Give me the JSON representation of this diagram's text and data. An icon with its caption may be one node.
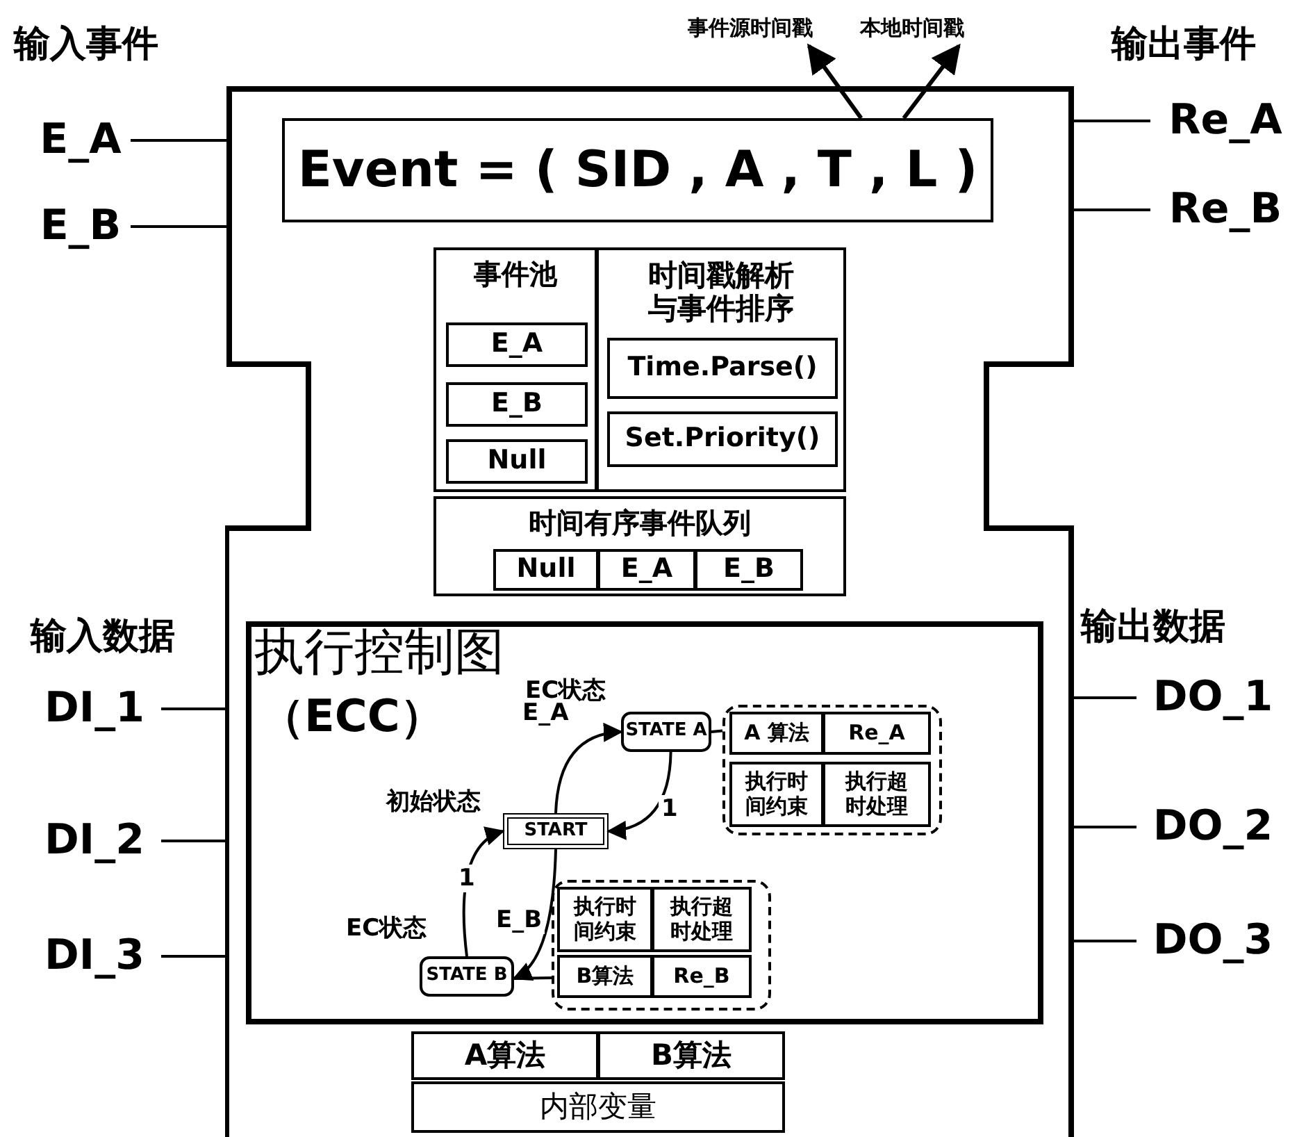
{
  "diagram": {
    "nodes": [
      {
        "text": [],
        "shape": "box"
      },
      {
        "text": [
          "Event = ( SID , A , T , L )"
        ],
        "in": 0
      },
      {
        "text": [
          "事件源时间戳"
        ]
      },
      {
        "text": [
          "本地时间戳"
        ]
      },
      {
        "text": [
          "事件池"
        ],
        "in": 0
      },
      {
        "text": [
          "E_A"
        ],
        "in": 4
      },
      {
        "text": [
          "E_B"
        ],
        "in": 4
      },
      {
        "text": [
          "Null"
        ],
        "in": 4
      },
      {
        "text": [
          "时间戳解析与事件排序"
        ],
        "in": 0
      },
      {
        "text": [
          "Time.Parse()"
        ],
        "in": 8
      },
      {
        "text": [
          "Set.Priority()"
        ],
        "in": 8
      },
      {
        "text": [
          "时间有序事件队列"
        ],
        "in": 0
      },
      {
        "text": [
          "Null"
        ],
        "in": 11
      },
      {
        "text": [
          "E_A"
        ],
        "in": 11
      },
      {
        "text": [
          "E_B"
        ],
        "in": 11
      },
      {
        "text": [
          "执行控制图",
          "（ECC）"
        ],
        "in": 0
      },
      {
        "text": [
          "START"
        ],
        "in": 15,
        "beside": [
          "初始状态"
        ]
      },
      {
        "text": [
          "STATE A"
        ],
        "in": 15,
        "beside": [
          "EC状态"
        ]
      },
      {
        "text": [
          "STATE B"
        ],
        "in": 15,
        "beside": [
          "EC状态"
        ]
      },
      {
        "text": [],
        "shape": "box",
        "in": 15
      },
      {
        "text": [
          "A 算法"
        ],
        "in": 19
      },
      {
        "text": [
          "Re_A"
        ],
        "in": 19
      },
      {
        "text": [
          "执行时间约束"
        ],
        "in": 19
      },
      {
        "text": [
          "执行超时处理"
        ],
        "in": 19
      },
      {
        "text": [],
        "shape": "box",
        "in": 15
      },
      {
        "text": [
          "执行时间约束"
        ],
        "in": 24
      },
      {
        "text": [
          "执行超时处理"
        ],
        "in": 24
      },
      {
        "text": [
          "B算法"
        ],
        "in": 24
      },
      {
        "text": [
          "Re_B"
        ],
        "in": 24
      },
      {
        "text": [
          "A算法"
        ],
        "in": 0
      },
      {
        "text": [
          "B算法"
        ],
        "in": 0
      },
      {
        "text": [
          "内部变量"
        ],
        "in": 0
      },
      {
        "text": [
          "E_A"
        ]
      },
      {
        "text": [
          "E_B"
        ]
      },
      {
        "text": [
          "Re_A"
        ]
      },
      {
        "text": [
          "Re_B"
        ]
      },
      {
        "text": [
          "DI_1"
        ]
      },
      {
        "text": [
          "DI_2"
        ]
      },
      {
        "text": [
          "DI_3"
        ]
      },
      {
        "text": [
          "DO_1"
        ]
      },
      {
        "text": [
          "DO_2"
        ]
      },
      {
        "text": [
          "DO_3"
        ]
      }
    ],
    "edges": [
      {
        "from": 1,
        "to": 2,
        "arrow": "to"
      },
      {
        "from": 1,
        "to": 3,
        "arrow": "to"
      },
      {
        "from": 16,
        "to": 17,
        "arrow": "to",
        "label": "E_A"
      },
      {
        "from": 17,
        "to": 16,
        "arrow": "to",
        "label": "1"
      },
      {
        "from": 16,
        "to": 18,
        "arrow": "to",
        "label": "E_B"
      },
      {
        "from": 18,
        "to": 16,
        "arrow": "to",
        "label": "1"
      },
      {
        "from": 17,
        "to": 19,
        "arrow": "none"
      },
      {
        "from": 18,
        "to": 24,
        "arrow": "none"
      },
      {
        "from": 32,
        "to": 0,
        "arrow": "none"
      },
      {
        "from": 33,
        "to": 0,
        "arrow": "none"
      },
      {
        "from": 36,
        "to": 0,
        "arrow": "none"
      },
      {
        "from": 37,
        "to": 0,
        "arrow": "none"
      },
      {
        "from": 38,
        "to": 0,
        "arrow": "none"
      },
      {
        "from": 0,
        "to": 34,
        "arrow": "none"
      },
      {
        "from": 0,
        "to": 35,
        "arrow": "none"
      },
      {
        "from": 0,
        "to": 39,
        "arrow": "none"
      },
      {
        "from": 0,
        "to": 40,
        "arrow": "none"
      },
      {
        "from": 0,
        "to": 41,
        "arrow": "none"
      }
    ],
    "labels": [
      "输入事件",
      "输出事件",
      "输入数据",
      "输出数据"
    ]
  }
}
